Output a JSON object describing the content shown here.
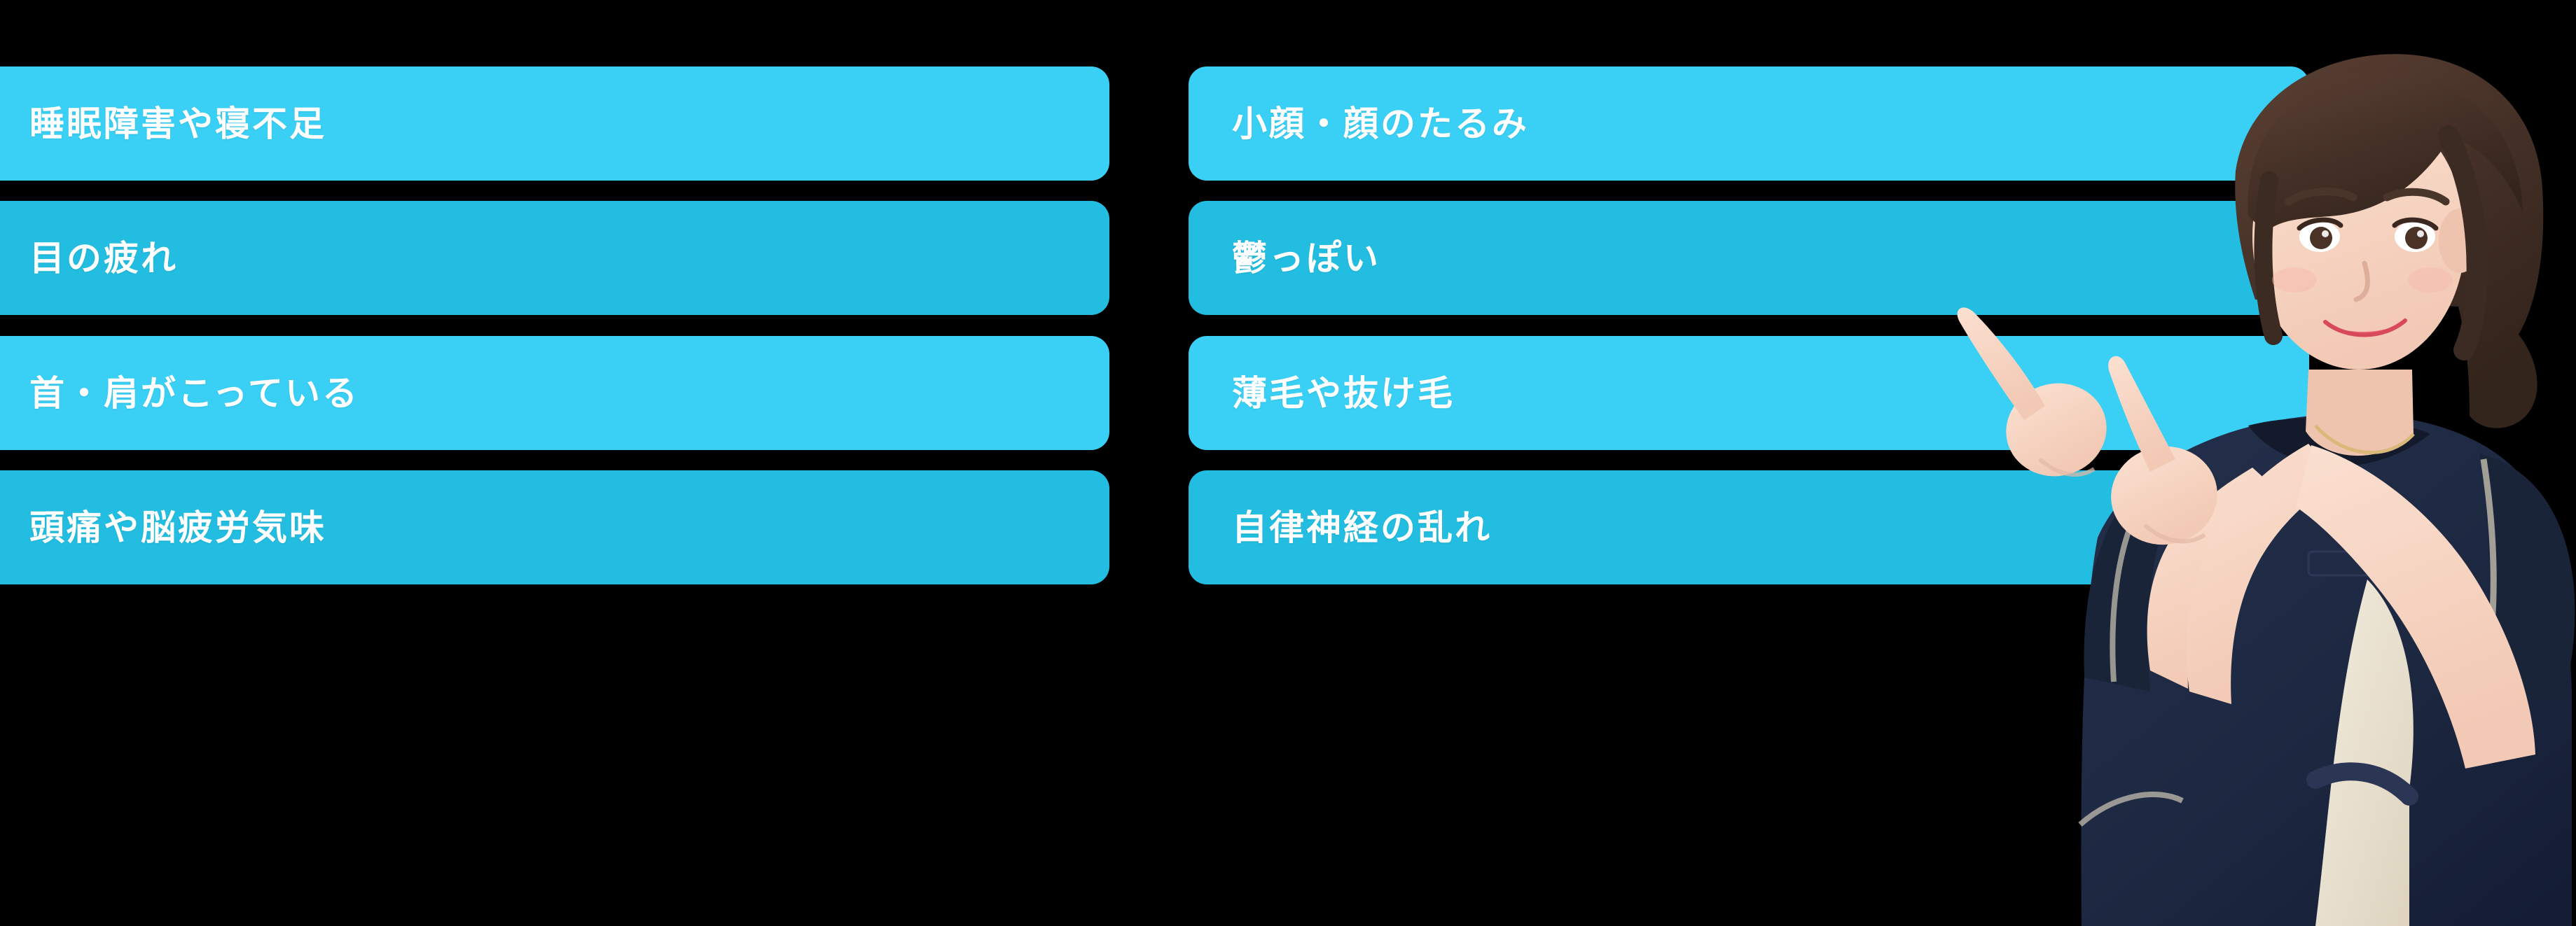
{
  "page": {
    "background_color": "#000000",
    "layout": "two-column list of highlighted condition pills with a pointing presenter on the right"
  },
  "theme": {
    "pill_color_light": "#3ACFF5",
    "pill_color_dark": "#22BDE0",
    "pill_text_color": "#FFFFFF",
    "uniform_navy": "#1E2841",
    "apron_cream": "#EDE6D6",
    "skin_tone": "#F6D3C0",
    "hair_color": "#4A342A",
    "lip_color": "#F0697A"
  },
  "columns": {
    "left": {
      "name": "left-condition-column",
      "items": [
        {
          "label": "睡眠障害や寝不足",
          "shade": "light"
        },
        {
          "label": "目の疲れ",
          "shade": "dark"
        },
        {
          "label": "首・肩がこっている",
          "shade": "light"
        },
        {
          "label": "頭痛や脳疲労気味",
          "shade": "dark"
        }
      ]
    },
    "right": {
      "name": "right-condition-column",
      "items": [
        {
          "label": "小顔・顔のたるみ",
          "shade": "light"
        },
        {
          "label": "鬱っぽい",
          "shade": "dark"
        },
        {
          "label": "薄毛や抜け毛",
          "shade": "light"
        },
        {
          "label": "自律神経の乱れ",
          "shade": "dark"
        }
      ]
    }
  },
  "presenter": {
    "name": "pointing-woman-photo",
    "description": "Smiling woman in navy short-sleeve uniform with cream apron, pointing left with both index fingers",
    "alt": "pointing-woman"
  }
}
